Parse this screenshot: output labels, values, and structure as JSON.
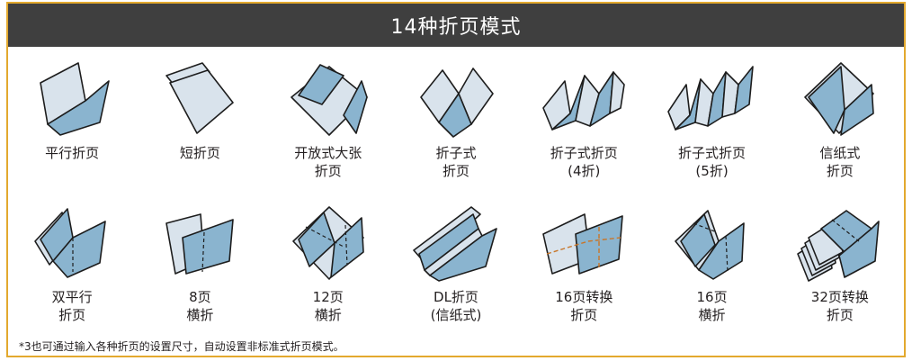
{
  "title": "14种折页模式",
  "items": [
    {
      "label": "平行折页",
      "icon": "parallel-fold-icon"
    },
    {
      "label": "短折页",
      "icon": "short-fold-icon"
    },
    {
      "label": "开放式大张\n折页",
      "icon": "open-gate-fold-icon"
    },
    {
      "label": "折子式\n折页",
      "icon": "accordion-fold-icon"
    },
    {
      "label": "折子式折页\n(4折)",
      "icon": "accordion-4-fold-icon"
    },
    {
      "label": "折子式折页\n(5折)",
      "icon": "accordion-5-fold-icon"
    },
    {
      "label": "信纸式\n折页",
      "icon": "letter-fold-icon"
    },
    {
      "label": "双平行\n折页",
      "icon": "double-parallel-fold-icon"
    },
    {
      "label": "8页\n横折",
      "icon": "8-page-cross-fold-icon"
    },
    {
      "label": "12页\n横折",
      "icon": "12-page-cross-fold-icon"
    },
    {
      "label": "DL折页\n(信纸式)",
      "icon": "dl-letter-fold-icon"
    },
    {
      "label": "16页转换\n折页",
      "icon": "16-page-conversion-fold-icon"
    },
    {
      "label": "16页\n横折",
      "icon": "16-page-cross-fold-icon"
    },
    {
      "label": "32页转换\n折页",
      "icon": "32-page-conversion-fold-icon"
    }
  ],
  "footnote": "*3也可通过输入各种折页的设置尺寸，自动设置非标准式折页模式。",
  "colors": {
    "accent_border": "#e3a92e",
    "header_bg": "#3f3f3f",
    "panel_blue": "#8ab4cf",
    "panel_light": "#d9e3ec"
  }
}
